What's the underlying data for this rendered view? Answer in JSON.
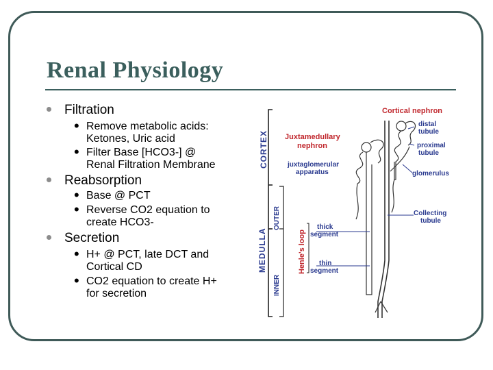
{
  "slide": {
    "title": "Renal Physiology",
    "sections": [
      {
        "heading": "Filtration",
        "items": [
          [
            "Remove metabolic acids:",
            "Ketones, Uric acid"
          ],
          [
            "Filter Base [HCO3-]  @",
            "Renal Filtration Membrane"
          ]
        ]
      },
      {
        "heading": "Reabsorption",
        "items": [
          [
            "Base @ PCT"
          ],
          [
            "Reverse CO2 equation to",
            "create HCO3-"
          ]
        ]
      },
      {
        "heading": "Secretion",
        "items": [
          [
            "H+ @ PCT, late DCT and",
            "Cortical CD"
          ],
          [
            "CO2 equation to create H+",
            "for secretion"
          ]
        ]
      }
    ]
  },
  "diagram": {
    "regions": {
      "cortex": "CORTEX",
      "medulla": "MEDULLA",
      "outer": "OUTER",
      "inner": "INNER",
      "henle": "Henle's loop"
    },
    "labels": {
      "cortical_nephron": "Cortical nephron",
      "juxtamedullary": "Juxtamedullary",
      "nephron": "nephron",
      "juxtaglomerular": "juxtaglomerular",
      "apparatus": "apparatus",
      "distal": "distal",
      "distal_tubule": "tubule",
      "proximal": "proximal",
      "proximal_tubule": "tubule",
      "glomerulus": "glomerulus",
      "collecting": "Collecting",
      "collecting_tubule": "tubule",
      "thick": "thick",
      "thick_segment": "segment",
      "thin": "thin",
      "thin_segment": "segment"
    },
    "colors": {
      "red": "#c0262c",
      "blue": "#2a3a8f",
      "ink": "#222222",
      "frame": "#3f5a58"
    }
  }
}
